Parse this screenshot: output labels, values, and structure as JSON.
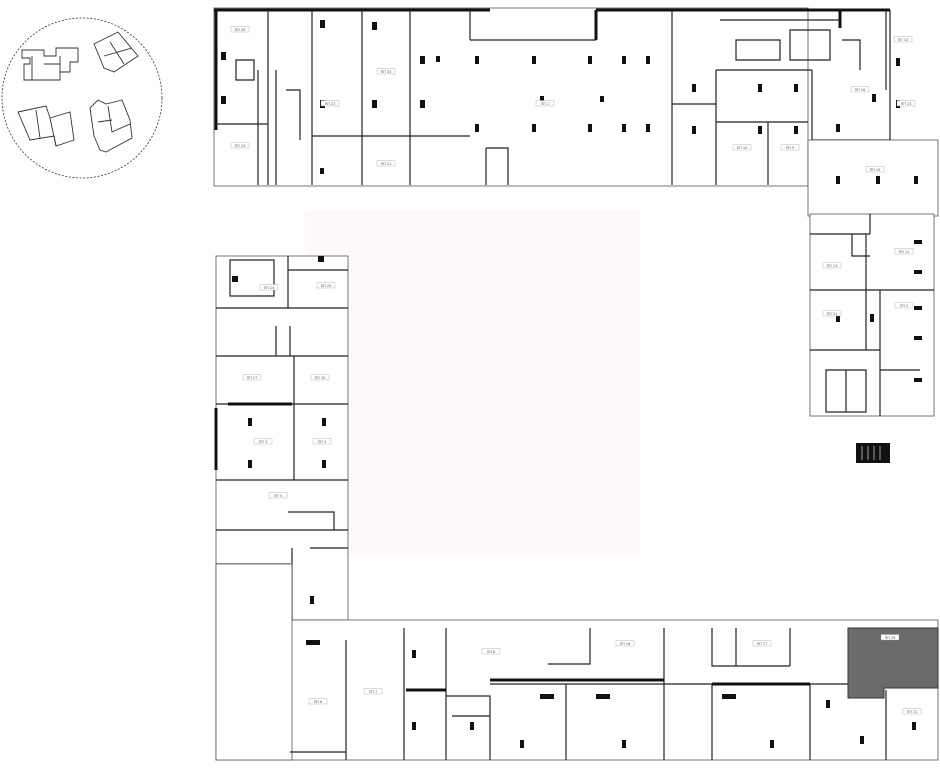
{
  "plan": {
    "accent_color": "#6b6b6b",
    "courtyard_tint": "#fdf9fb",
    "wall_color": "#111111",
    "key_plan_icon": "site-key-plan-icon",
    "legend_icon": "legend-swatch-icon"
  },
  "rooms": [
    {
      "label": "ПП 26"
    },
    {
      "label": "ПП 23"
    },
    {
      "label": "ПП 34"
    },
    {
      "label": "ПП 22"
    },
    {
      "label": "ПП 21"
    },
    {
      "label": "ПП 1"
    },
    {
      "label": "ПП 10"
    },
    {
      "label": "ПП 9"
    },
    {
      "label": "ПП 18"
    },
    {
      "label": "ПП 19"
    },
    {
      "label": "ПП 15"
    },
    {
      "label": "ПП 14"
    },
    {
      "label": "ПП 13"
    },
    {
      "label": "ПП 12"
    },
    {
      "label": "ПП 11"
    },
    {
      "label": "ПП 2"
    },
    {
      "label": "ПП 24"
    },
    {
      "label": "ПП 25"
    },
    {
      "label": "ПП 27"
    },
    {
      "label": "ПП 30"
    },
    {
      "label": "ПП 3"
    },
    {
      "label": "ПП 4"
    },
    {
      "label": "ПП 5"
    },
    {
      "label": "ПП 6"
    },
    {
      "label": "ПП 7"
    },
    {
      "label": "ПП 8"
    },
    {
      "label": "ПП 16"
    },
    {
      "label": "ПП 17"
    },
    {
      "label": "ПП 28"
    },
    {
      "label": "ПП 31"
    }
  ]
}
